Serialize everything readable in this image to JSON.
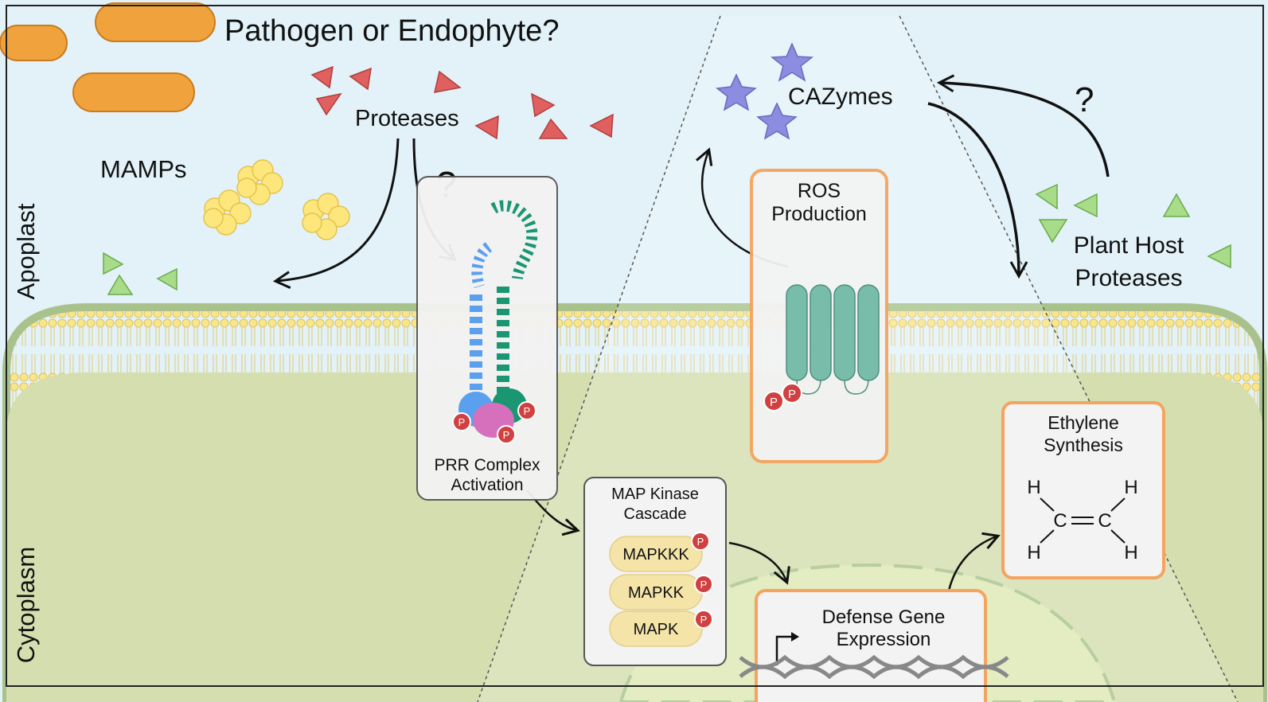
{
  "title": "Pathogen or Endophyte?",
  "regions": {
    "apoplast": "Apoplast",
    "cytoplasm": "Cytoplasm"
  },
  "labels": {
    "mamps": "MAMPs",
    "proteases": "Proteases",
    "cazymes": "CAZymes",
    "plant_host_proteases_line1": "Plant Host",
    "plant_host_proteases_line2": "Proteases",
    "question_mark_prr": "?",
    "question_mark_host": "?"
  },
  "boxes": {
    "prr": {
      "line1": "PRR Complex",
      "line2": "Activation"
    },
    "ros": {
      "line1": "ROS",
      "line2": "Production"
    },
    "map_kinase": {
      "line1": "MAP Kinase",
      "line2": "Cascade",
      "items": [
        "MAPKKK",
        "MAPKK",
        "MAPK"
      ]
    },
    "ethylene": {
      "line1": "Ethylene",
      "line2": "Synthesis"
    },
    "defense": {
      "line1": "Defense Gene",
      "line2": "Expression"
    }
  },
  "phospho_label": "P",
  "ethylene_molecule": {
    "h": "H",
    "c": "C"
  },
  "colors": {
    "apoplast": "#e2f2f8",
    "cytoplasm": "#d4deae",
    "membrane_head": "#f8e58c",
    "bacteria": "#f0a23c",
    "pathogen_protease": "#e06060",
    "host_protease": "#a8dc88",
    "cazyme": "#8c8ce0",
    "mamp": "#fde77c",
    "box_border_orange": "#f4a460",
    "phospho": "#d04040",
    "receptor_blue": "#5aa0ee",
    "receptor_green": "#1a9672",
    "rbohd": "#78bcaa"
  },
  "icons": [
    "bacterium-icon",
    "protease-triangle-icon",
    "cazyme-star-icon",
    "mamp-blob-icon",
    "phosphate-icon",
    "dna-helix-icon",
    "transcription-start-arrow-icon"
  ]
}
